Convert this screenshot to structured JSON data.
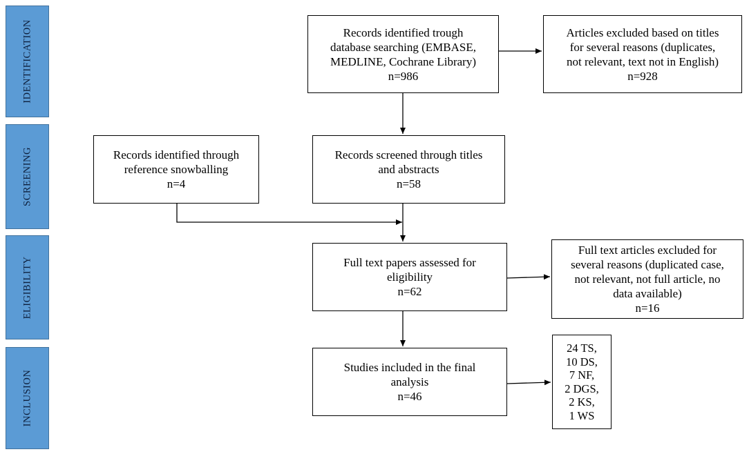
{
  "phases": [
    {
      "id": "identification",
      "label": "IDENTIFICATION"
    },
    {
      "id": "screening",
      "label": "SCREENING"
    },
    {
      "id": "eligibility",
      "label": "ELIGIBILITY"
    },
    {
      "id": "inclusion",
      "label": "INCLUSION"
    }
  ],
  "boxes": {
    "records_identified": {
      "lines": [
        "Records identified trough",
        "database searching (EMBASE,",
        "MEDLINE, Cochrane Library)",
        "n=986"
      ]
    },
    "articles_excluded_titles": {
      "lines": [
        "Articles excluded based on titles",
        "for several reasons (duplicates,",
        "not relevant, text not in English)",
        "n=928"
      ]
    },
    "snowballing": {
      "lines": [
        "Records identified through",
        "reference snowballing",
        "n=4"
      ]
    },
    "records_screened": {
      "lines": [
        "Records screened through titles",
        "and abstracts",
        "n=58"
      ]
    },
    "full_text_assessed": {
      "lines": [
        "Full text papers assessed for",
        "eligibility",
        "n=62"
      ]
    },
    "full_text_excluded": {
      "lines": [
        "Full text articles excluded for",
        "several reasons (duplicated case,",
        "not relevant, not full article, no",
        "data available)",
        "n=16"
      ]
    },
    "studies_included": {
      "lines": [
        "Studies included in the final",
        "analysis",
        "n=46"
      ]
    },
    "study_types": {
      "lines": [
        "24 TS,",
        "10 DS,",
        "7 NF,",
        "2 DGS,",
        "2 KS,",
        "1 WS"
      ]
    }
  }
}
